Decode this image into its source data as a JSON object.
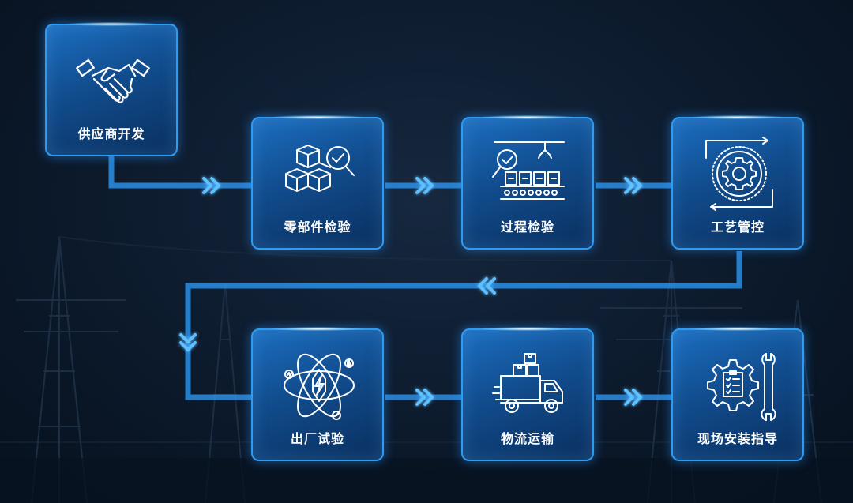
{
  "steps": [
    {
      "label": "供应商开发",
      "icon": "handshake-icon"
    },
    {
      "label": "零部件检验",
      "icon": "cubes-magnifier-icon"
    },
    {
      "label": "过程检验",
      "icon": "production-line-inspection-icon"
    },
    {
      "label": "工艺管控",
      "icon": "gear-cycle-icon"
    },
    {
      "label": "出厂试验",
      "icon": "energy-atom-icon"
    },
    {
      "label": "物流运输",
      "icon": "delivery-truck-icon"
    },
    {
      "label": "现场安装指导",
      "icon": "gear-checklist-wrench-icon"
    }
  ],
  "colors": {
    "background": "#0c1a2c",
    "node_fill": "#114c8d",
    "node_border": "#2f9bf0",
    "connector": "#2a8fe6",
    "label": "#ffffff"
  }
}
